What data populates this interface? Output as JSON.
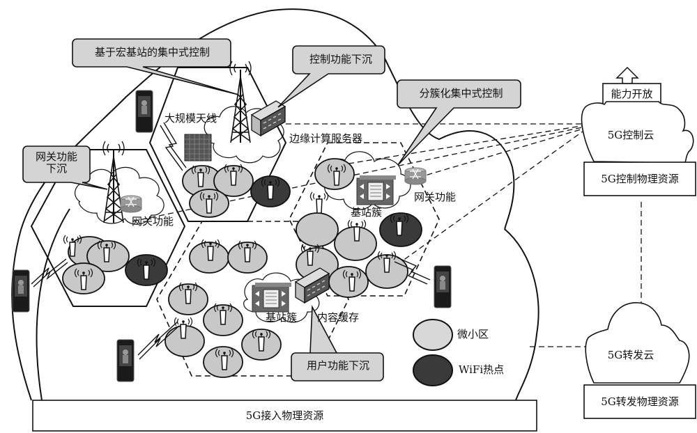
{
  "callouts": {
    "macro_central_control": "基于宏基站的集中式控制",
    "control_sink": "控制功能下沉",
    "cluster_central_control": "分簇化集中式控制",
    "gateway_sink_line1": "网关功能",
    "gateway_sink_line2": "下沉",
    "user_function_sink": "用户功能下沉"
  },
  "labels": {
    "massive_mimo": "大规模天线",
    "edge_server": "边缘计算服务器",
    "gateway_left": "网关功能",
    "gateway_right": "网关功能",
    "bs_cluster_upper": "基站簇",
    "bs_cluster_lower": "基站簇",
    "content_cache": "内容缓存"
  },
  "legend": {
    "small_cell": "微小区",
    "wifi_hotspot": "WiFi热点"
  },
  "right_panel": {
    "capability_open": "能力开放",
    "control_cloud": "5G控制云",
    "control_resources": "5G控制物理资源",
    "forwarding_cloud": "5G转发云",
    "forwarding_resources": "5G转发物理资源"
  },
  "bottom": {
    "access_resources": "5G接入物理资源"
  },
  "colors": {
    "small_cell_fill": "#c8c8c8",
    "wifi_fill": "#3a3a3a",
    "callout_fill": "#d4d4d4",
    "stroke": "#111111"
  }
}
